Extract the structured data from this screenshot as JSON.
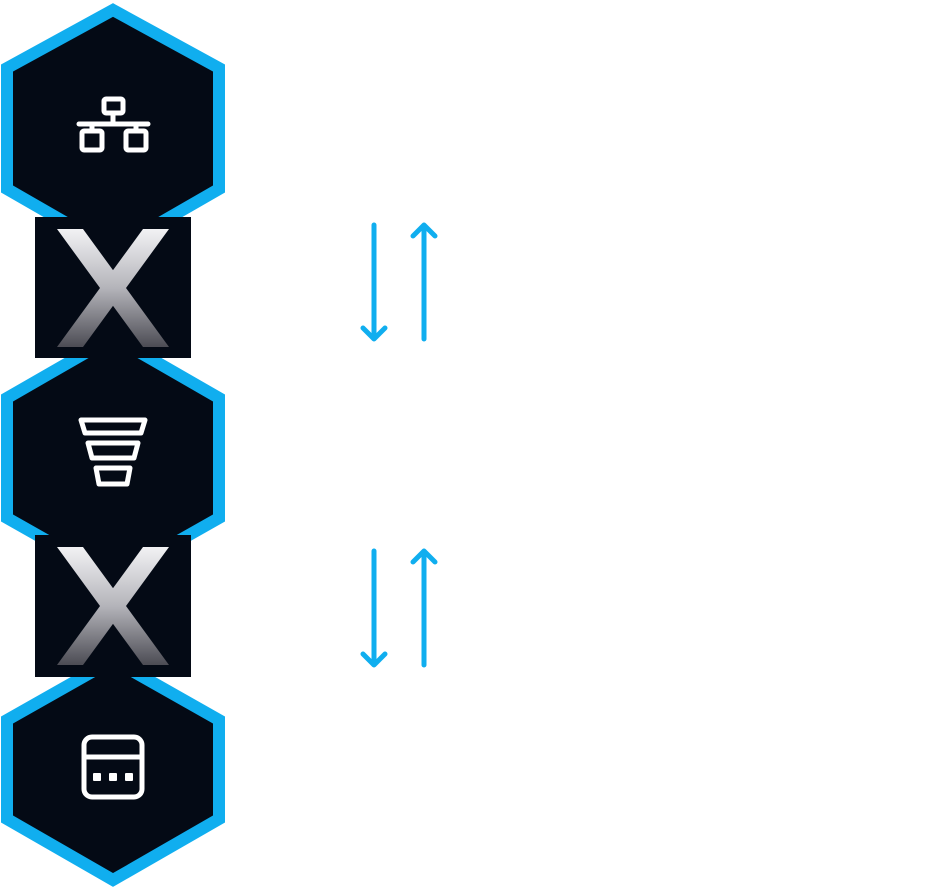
{
  "colors": {
    "node_fill": "#040a15",
    "node_border": "#10aeef",
    "arrow": "#10aeef",
    "icon_stroke": "#ffffff",
    "connector_fill": "#040a15",
    "connector_gradient_light": "#f2f2f4",
    "connector_gradient_mid": "#b4b4ba",
    "connector_gradient_dark": "#4c4c54"
  },
  "nodes": [
    {
      "id": "node-network",
      "icon": "network-topology-icon"
    },
    {
      "id": "node-filter",
      "icon": "funnel-filter-icon"
    },
    {
      "id": "node-device",
      "icon": "server-device-icon"
    }
  ],
  "connectors": [
    {
      "id": "connector-1",
      "icon": "x-logo-icon"
    },
    {
      "id": "connector-2",
      "icon": "x-logo-icon"
    }
  ],
  "flows": [
    {
      "id": "flow-1",
      "direction": "bidirectional",
      "icons": [
        "arrow-down-icon",
        "arrow-up-icon"
      ]
    },
    {
      "id": "flow-2",
      "direction": "bidirectional",
      "icons": [
        "arrow-down-icon",
        "arrow-up-icon"
      ]
    }
  ]
}
